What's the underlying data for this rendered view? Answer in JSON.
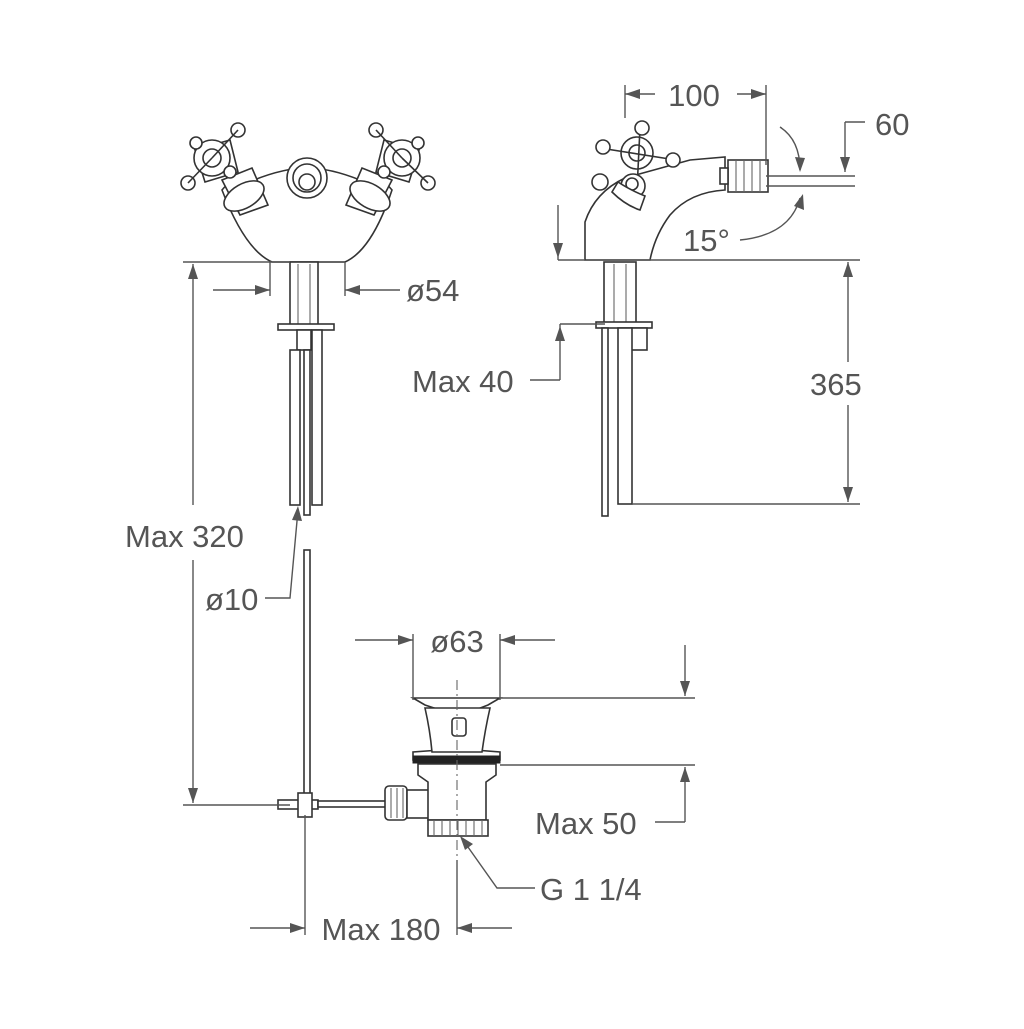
{
  "dimensions": {
    "width_100": "100",
    "offset_60": "60",
    "angle_15": "15°",
    "dia_54": "ø54",
    "max_40": "Max 40",
    "height_365": "365",
    "max_320": "Max 320",
    "dia_10": "ø10",
    "dia_63": "ø63",
    "max_50": "Max 50",
    "thread_g": "G 1 1/4",
    "max_180": "Max 180"
  }
}
